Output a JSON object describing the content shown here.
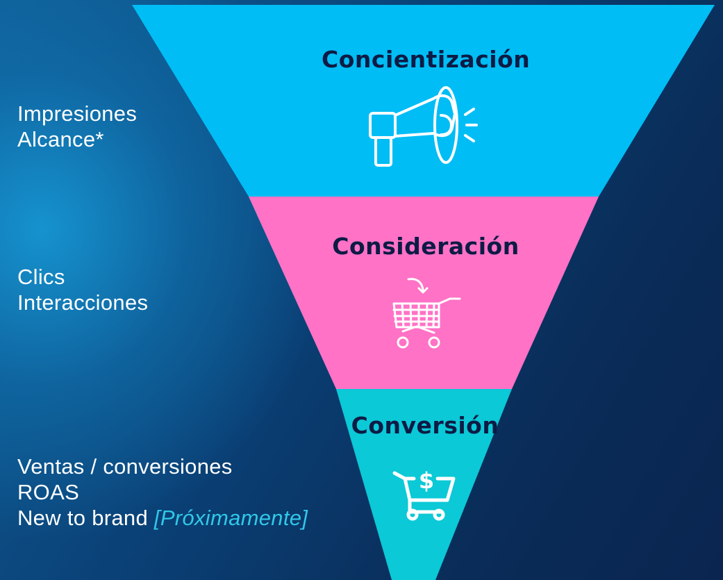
{
  "colors": {
    "background": "#0a3a6e",
    "awareness_band": "#00bdf5",
    "consideration_band": "#ff72c6",
    "conversion_band": "#0bc9d6",
    "title_text": "#0d1b45",
    "metric_text": "#ffffff",
    "coming_soon_text": "#31c8e8",
    "icon_stroke": "#ffffff"
  },
  "stages": [
    {
      "title": "Concientización",
      "icon": "megaphone-icon",
      "metrics": [
        "Impresiones",
        "Alcance*"
      ]
    },
    {
      "title": "Consideración",
      "icon": "shopping-cart-add-icon",
      "metrics": [
        "Clics",
        "Interacciones"
      ]
    },
    {
      "title": "Conversión",
      "icon": "cart-dollar-icon",
      "metrics": [
        "Ventas / conversiones",
        "ROAS",
        "New to brand"
      ],
      "coming_soon": "[Próximamente]"
    }
  ]
}
